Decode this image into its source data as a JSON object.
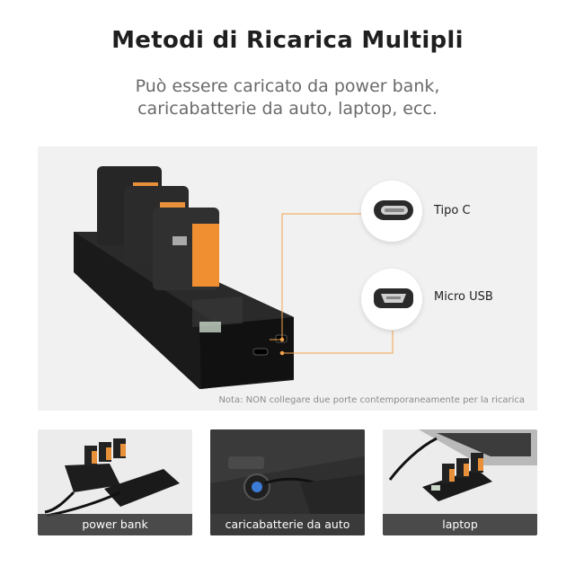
{
  "header": {
    "title": "Metodi di Ricarica Multipli",
    "subtitle_line1": "Può essere caricato da power bank,",
    "subtitle_line2": "caricabatterie da auto, laptop, ecc."
  },
  "hero": {
    "ports": [
      {
        "label": "Tipo C",
        "icon": "usb-c-connector-icon"
      },
      {
        "label": "Micro USB",
        "icon": "micro-usb-connector-icon"
      }
    ],
    "note": "Nota: NON collegare due porte contemporaneamente per la ricarica",
    "accent_color": "#f2a24a"
  },
  "thumbnails": [
    {
      "label": "power bank"
    },
    {
      "label": "caricabatterie da auto"
    },
    {
      "label": "laptop"
    }
  ]
}
